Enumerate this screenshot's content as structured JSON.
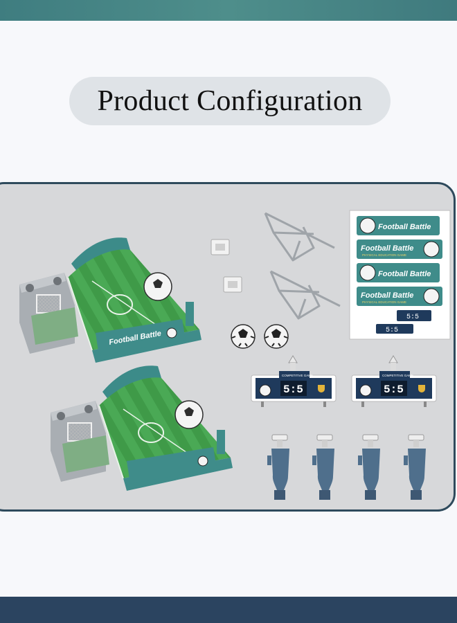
{
  "header": {
    "title": "Product Configuration"
  },
  "sticker": {
    "brand": "Football Battle",
    "tagline": "PHYSICAL EDUCATION GAME",
    "score": "5:5"
  },
  "scoreboard": {
    "label": "COMPETITIVE GAME",
    "score": "5:5"
  },
  "colors": {
    "field_green": "#3f9a48",
    "frame_teal": "#3f8c8a",
    "panel_bg": "#d7d8da",
    "border_navy": "#2e4a5c",
    "handle_blue": "#4f6f8c"
  },
  "components": [
    "football-field-board",
    "football-field-board",
    "goal-net-holder",
    "goal-net-holder",
    "goal-frame",
    "goal-frame",
    "soccer-ball",
    "soccer-ball",
    "sticker-sheet",
    "scoreboard",
    "scoreboard",
    "launcher-handle",
    "launcher-handle",
    "launcher-handle",
    "launcher-handle"
  ]
}
